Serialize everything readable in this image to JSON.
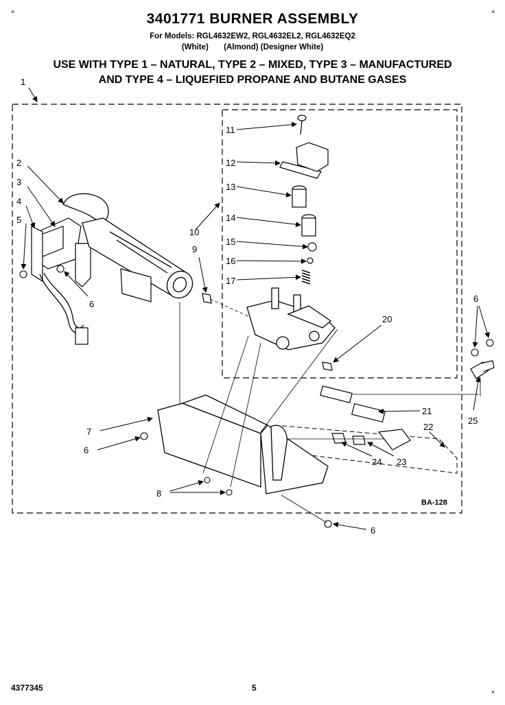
{
  "header": {
    "title": "3401771 BURNER ASSEMBLY",
    "models": "For Models: RGL4632EW2, RGL4632EL2, RGL4632EQ2",
    "variants": "(White)       (Almond) (Designer White)",
    "gas_line1": "USE WITH TYPE 1 – NATURAL, TYPE 2 – MIXED, TYPE 3 – MANUFACTURED",
    "gas_line2": "AND TYPE 4 – LIQUEFIED PROPANE AND BUTANE GASES"
  },
  "footer": {
    "publication": "4377345",
    "page": "5",
    "corner_mark": "×"
  },
  "diagram": {
    "code": "BA-128",
    "labels": {
      "l1": "1",
      "l2": "2",
      "l3": "3",
      "l4": "4",
      "l5": "5",
      "l6a": "6",
      "l6b": "6",
      "l6c": "6",
      "l6d": "6",
      "l7": "7",
      "l8": "8",
      "l9": "9",
      "l10": "10",
      "l11": "11",
      "l12": "12",
      "l13": "13",
      "l14": "14",
      "l15": "15",
      "l16": "16",
      "l17": "17",
      "l20": "20",
      "l21": "21",
      "l22": "22",
      "l23": "23",
      "l24": "24",
      "l25": "25"
    }
  }
}
